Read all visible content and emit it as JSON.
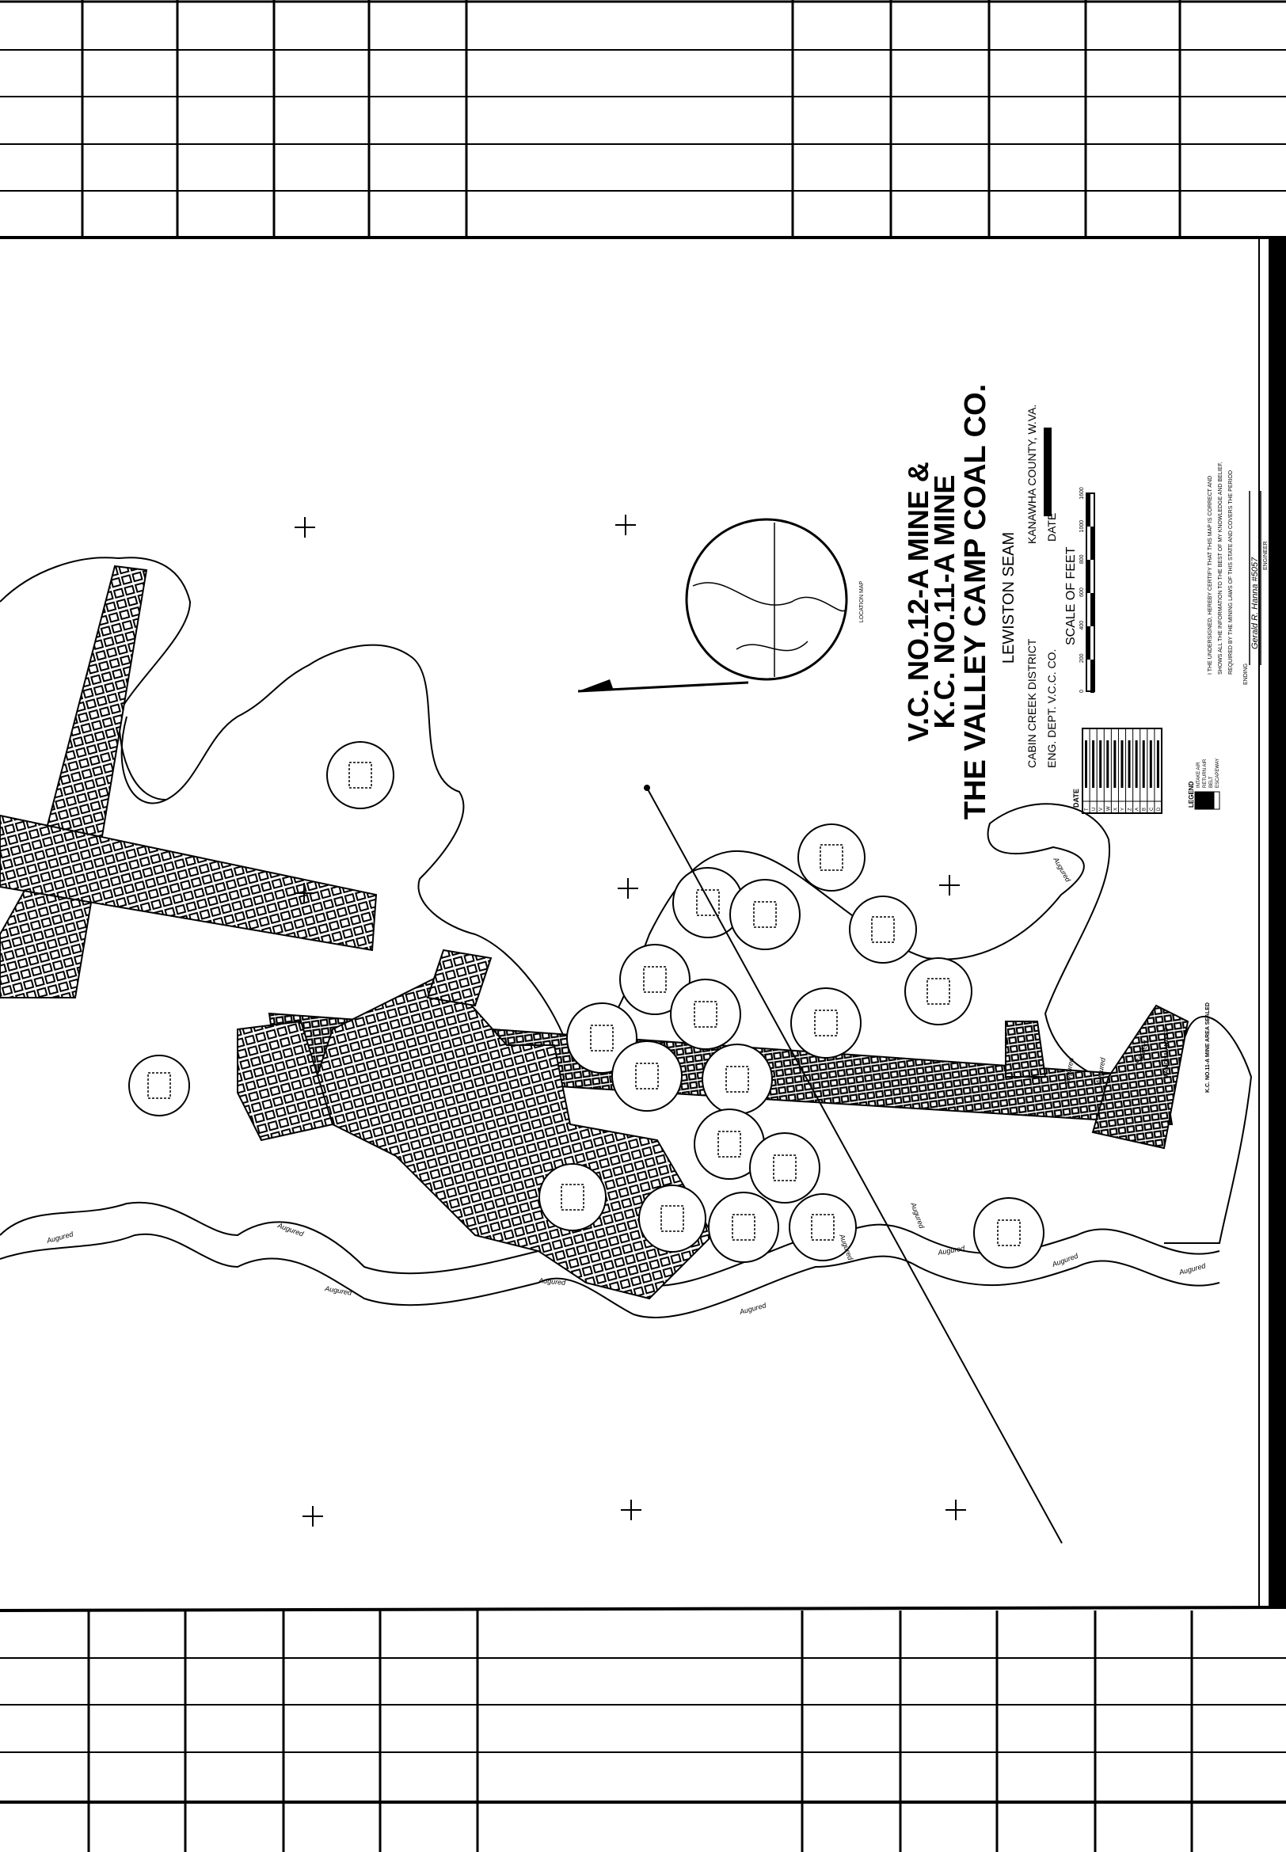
{
  "title_block": {
    "line1": "V.C. NO.12-A MINE &",
    "line2": "K.C. NO.11-A MINE",
    "line3": "THE VALLEY CAMP COAL CO.",
    "seam": "LEWISTON SEAM",
    "district": "CABIN CREEK DISTRICT",
    "county": "KANAWHA COUNTY, W.VA.",
    "dept": "ENG. DEPT. V.C.C. CO.",
    "date_label": "DATE"
  },
  "scale": {
    "label": "SCALE OF FEET",
    "ticks": [
      "0",
      "200",
      "400",
      "600",
      "800",
      "1000",
      "1600"
    ]
  },
  "certification": {
    "line1": "I THE UNDERSIGNED, HEREBY CERTIFY THAT THIS MAP IS CORRECT AND",
    "line2": "SHOWS ALL THE INFORMATION TO THE BEST OF MY KNOWLEDGE AND BELIEF,",
    "line3": "REQUIRED BY THE MINING LAWS OF THIS STATE AND COVERS THE PERIOD",
    "endorsed_label": "ENDING",
    "signature": "Gerald R. Hanna #5057",
    "engineer_label": "ENGINEER"
  },
  "date_table": {
    "header": "DATE",
    "rows": [
      "T",
      "U",
      "V",
      "W",
      "X",
      "Y",
      "Z",
      "A",
      "B",
      "C",
      "D"
    ]
  },
  "legend": {
    "title": "LEGEND",
    "items": [
      "INTAKE AIR",
      "RETURN AIR",
      "BELT",
      "ESCAPEWAY"
    ]
  },
  "annotations": {
    "fan": "FAN DISMANTLED",
    "sealed_note": "K.C. NO.11-A MINE  AREA SEALED",
    "location_map": "LOCATION MAP",
    "augured": "Augured",
    "sealed": "Sealed"
  }
}
